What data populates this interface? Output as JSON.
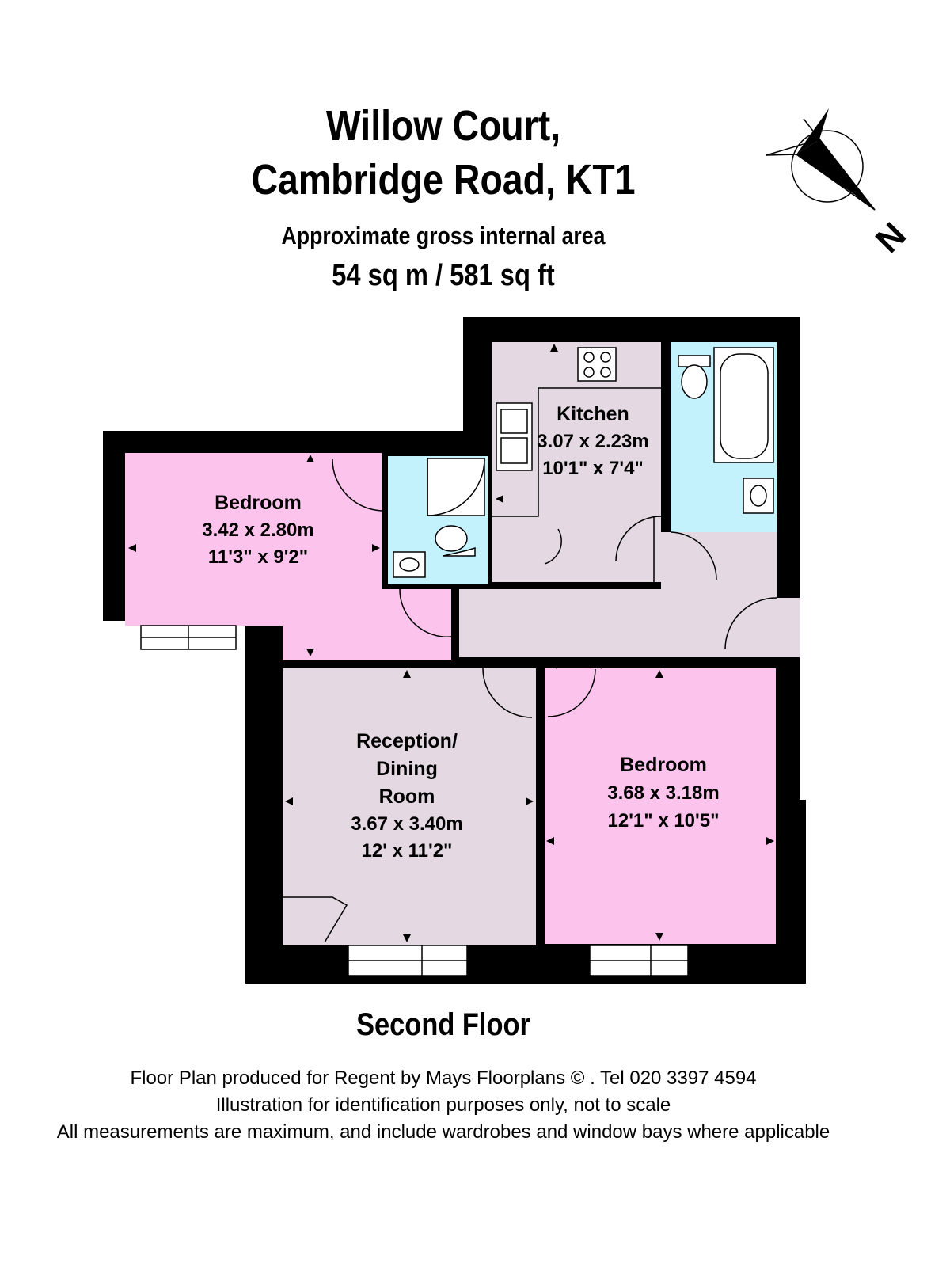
{
  "header": {
    "building": "Willow Court,",
    "address": "Cambridge Road, KT1",
    "area_label": "Approximate gross internal area",
    "area_value": "54 sq m  /  581 sq ft"
  },
  "compass": {
    "label": "N",
    "icon": "north-arrow-icon"
  },
  "rooms": {
    "kitchen": {
      "name": "Kitchen",
      "metric": "3.07 x 2.23m",
      "imperial": "10'1\" x 7'4\""
    },
    "bedroom_1": {
      "name": "Bedroom",
      "metric": "3.42 x 2.80m",
      "imperial": "11'3\" x 9'2\""
    },
    "reception": {
      "name_line1": "Reception/",
      "name_line2": "Dining",
      "name_line3": "Room",
      "metric": "3.67 x 3.40m",
      "imperial": "12' x 11'2\""
    },
    "bedroom_2": {
      "name": "Bedroom",
      "metric": "3.68 x 3.18m",
      "imperial": "12'1\" x 10'5\""
    }
  },
  "floor_label": "Second Floor",
  "footer": {
    "line1": "Floor Plan produced for Regent by Mays Floorplans  © . Tel 020 3397 4594",
    "line2": "Illustration for identification purposes only, not to scale",
    "line3": "All measurements are maximum, and include wardrobes and window bays where applicable"
  },
  "colors": {
    "wall": "#000000",
    "bedroom": "#fcc4ec",
    "neutral": "#e4d8e2",
    "wet_room": "#c4f2fc",
    "background": "#ffffff"
  }
}
